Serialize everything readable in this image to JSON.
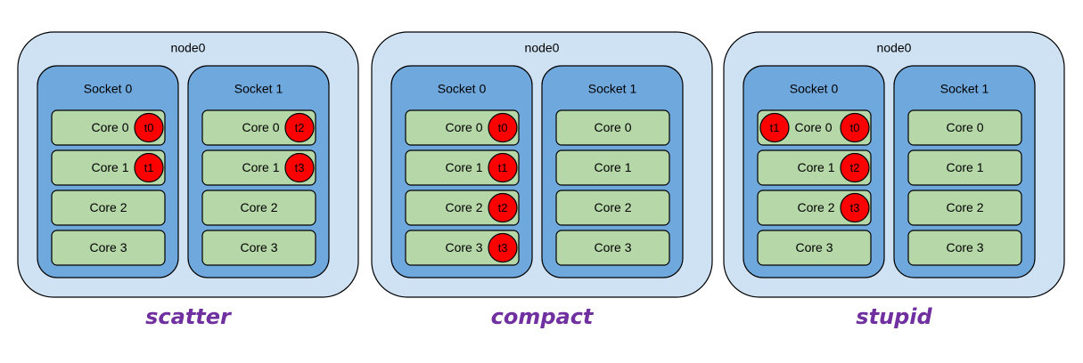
{
  "node_label": "node0",
  "socket_labels": [
    "Socket 0",
    "Socket 1"
  ],
  "core_labels": [
    "Core 0",
    "Core 1",
    "Core 2",
    "Core 3"
  ],
  "colors": {
    "node_fill": "#cfe2f3",
    "socket_fill": "#6fa8dc",
    "core_fill": "#b6d7a8",
    "thread_fill": "#ff0000",
    "caption": "#7030a0"
  },
  "panels": [
    {
      "caption": "scatter",
      "threads": [
        {
          "label": "t0",
          "socket": 0,
          "core": 0,
          "side": "right"
        },
        {
          "label": "t1",
          "socket": 0,
          "core": 1,
          "side": "right"
        },
        {
          "label": "t2",
          "socket": 1,
          "core": 0,
          "side": "right"
        },
        {
          "label": "t3",
          "socket": 1,
          "core": 1,
          "side": "right"
        }
      ]
    },
    {
      "caption": "compact",
      "threads": [
        {
          "label": "t0",
          "socket": 0,
          "core": 0,
          "side": "right"
        },
        {
          "label": "t1",
          "socket": 0,
          "core": 1,
          "side": "right"
        },
        {
          "label": "t2",
          "socket": 0,
          "core": 2,
          "side": "right"
        },
        {
          "label": "t3",
          "socket": 0,
          "core": 3,
          "side": "right"
        }
      ]
    },
    {
      "caption": "stupid",
      "threads": [
        {
          "label": "t1",
          "socket": 0,
          "core": 0,
          "side": "left"
        },
        {
          "label": "t0",
          "socket": 0,
          "core": 0,
          "side": "right"
        },
        {
          "label": "t2",
          "socket": 0,
          "core": 1,
          "side": "right"
        },
        {
          "label": "t3",
          "socket": 0,
          "core": 2,
          "side": "right"
        }
      ]
    }
  ]
}
